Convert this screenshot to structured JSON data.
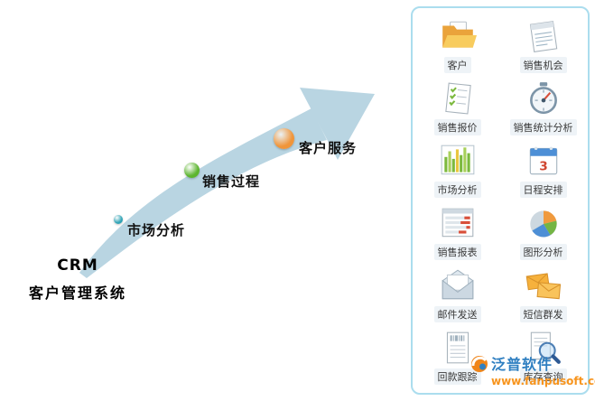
{
  "diagram": {
    "title_line1": "CRM",
    "title_line2": "客户管理系统",
    "arrow_color": "#b9d5e2",
    "stages": [
      {
        "label": "市场分析",
        "color": "#2fa3b5",
        "size": 10
      },
      {
        "label": "销售过程",
        "color": "#5cb52e",
        "size": 17
      },
      {
        "label": "客户服务",
        "color": "#f0953a",
        "size": 23
      }
    ]
  },
  "panel": {
    "border_color": "#abddee",
    "items": [
      {
        "label": "客户",
        "icon": "folder-icon"
      },
      {
        "label": "销售机会",
        "icon": "notepad-icon"
      },
      {
        "label": "销售报价",
        "icon": "checklist-icon"
      },
      {
        "label": "销售统计分析",
        "icon": "gauge-icon"
      },
      {
        "label": "市场分析",
        "icon": "bar-chart-icon"
      },
      {
        "label": "日程安排",
        "icon": "calendar-icon"
      },
      {
        "label": "销售报表",
        "icon": "report-icon"
      },
      {
        "label": "图形分析",
        "icon": "pie-chart-icon"
      },
      {
        "label": "邮件发送",
        "icon": "envelope-icon"
      },
      {
        "label": "短信群发",
        "icon": "envelopes-icon"
      },
      {
        "label": "回款跟踪",
        "icon": "invoice-icon"
      },
      {
        "label": "库存查询",
        "icon": "magnifier-doc-icon"
      }
    ]
  },
  "watermark": {
    "brand": "泛普软件",
    "url": "www.fanpusoft.com",
    "brand_color": "#2f7fc1",
    "url_color": "#f7941d"
  }
}
